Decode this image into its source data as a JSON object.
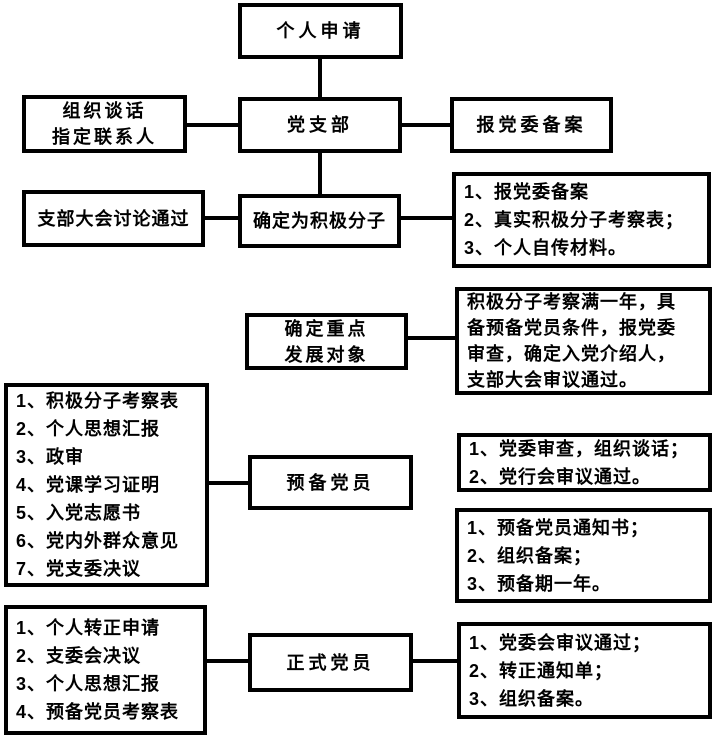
{
  "colors": {
    "border": "#000000",
    "background": "#ffffff",
    "text": "#000000"
  },
  "nodes": {
    "personal_application": {
      "label": "个人申请"
    },
    "org_talk": {
      "lines": [
        "组织谈话",
        "指定联系人"
      ]
    },
    "party_branch": {
      "label": "党支部"
    },
    "report_committee": {
      "label": "报党委备案"
    },
    "branch_meeting": {
      "label": "支部大会讨论通过"
    },
    "activist": {
      "label": "确定为积极分子"
    },
    "activist_materials": {
      "items": [
        "1、报党委备案",
        "2、真实积极分子考察表；",
        "3、个人自传材料。"
      ]
    },
    "key_target": {
      "lines": [
        "确定重点",
        "发展对象"
      ]
    },
    "key_target_note": {
      "lines": [
        "积极分子考察满一年，具",
        "备预备党员条件，报党委",
        "审查，确定入党介绍人，",
        "支部大会审议通过。"
      ]
    },
    "probation_materials": {
      "items": [
        "1、积极分子考察表",
        "2、个人思想汇报",
        "3、政审",
        "4、党课学习证明",
        "5、入党志愿书",
        "6、党内外群众意见",
        "7、党支委决议"
      ]
    },
    "probationary": {
      "label": "预备党员"
    },
    "probation_review": {
      "items": [
        "1、党委审查，组织谈话；",
        "2、党行会审议通过。"
      ]
    },
    "probation_notice": {
      "items": [
        "1、预备党员通知书；",
        "2、组织备案；",
        "3、预备期一年。"
      ]
    },
    "full_materials": {
      "items": [
        "1、个人转正申请",
        "2、支委会决议",
        "3、个人思想汇报",
        "4、预备党员考察表"
      ]
    },
    "full_member": {
      "label": "正式党员"
    },
    "full_review": {
      "items": [
        "1、党委会审议通过；",
        "2、转正通知单；",
        "3、组织备案。"
      ]
    }
  }
}
